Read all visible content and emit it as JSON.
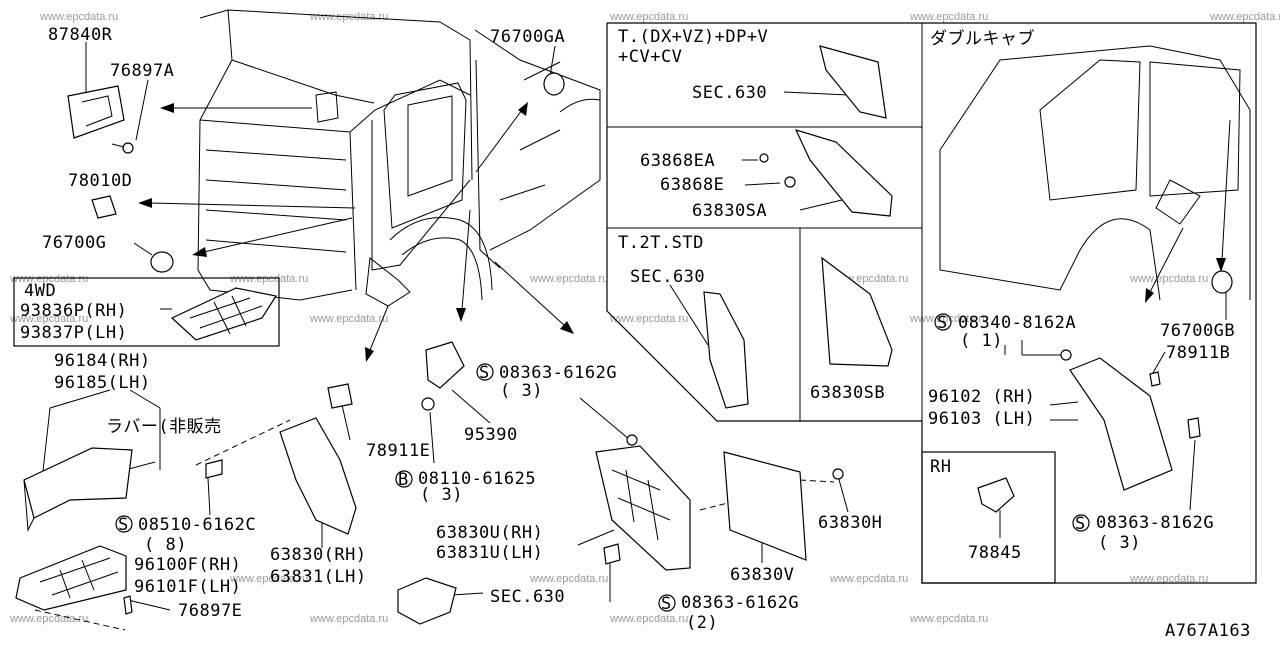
{
  "watermark": "www.epcdata.ru",
  "diagram_code": "A767A163",
  "boxes": {
    "variant_a": "T.(DX+VZ)+DP+V",
    "variant_a2": "+CV+CV",
    "variant_b": "T.2T.STD",
    "double_cab": "ダブルキャブ",
    "rh": "RH",
    "four_wd": "4WD"
  },
  "labels": {
    "p87840R": "87840R",
    "p76897A": "76897A",
    "p78010D": "78010D",
    "p76700G": "76700G",
    "p76700GA": "76700GA",
    "p93836P": "93836P(RH)",
    "p93837P": "93837P(LH)",
    "p96184": "96184(RH)",
    "p96185": "96185(LH)",
    "rubber": "ラバー(非販売",
    "s08510": "08510-6162C",
    "s08510_qty": "( 8)",
    "p96100F": "96100F(RH)",
    "p96101F": "96101F(LH)",
    "p76897E": "76897E",
    "p78911E": "78911E",
    "p63830": "63830(RH)",
    "p63831": "63831(LH)",
    "sec630_bottom": "SEC.630",
    "p95390": "95390",
    "b08110": "08110-61625",
    "b08110_qty": "( 3)",
    "s08363_a": "08363-6162G",
    "s08363_a_qty": "( 3)",
    "p63830U": "63830U(RH)",
    "p63831U": "63831U(LH)",
    "s08363_b": "08363-6162G",
    "s08363_b_qty": "(2)",
    "p63830H": "63830H",
    "p63830V": "63830V",
    "sec630_a": "SEC.630",
    "p63868EA": "63868EA",
    "p63868E": "63868E",
    "p63830SA": "63830SA",
    "sec630_b": "SEC.630",
    "p63830SB": "63830SB",
    "s08340": "08340-8162A",
    "s08340_qty": "( 1)",
    "p76700GB": "76700GB",
    "p78911B": "78911B",
    "p96102": "96102 (RH)",
    "p96103": "96103 (LH)",
    "p78845": "78845",
    "s08363_c": "08363-8162G",
    "s08363_c_qty": "( 3)",
    "circle_s": "S",
    "circle_b": "B"
  }
}
